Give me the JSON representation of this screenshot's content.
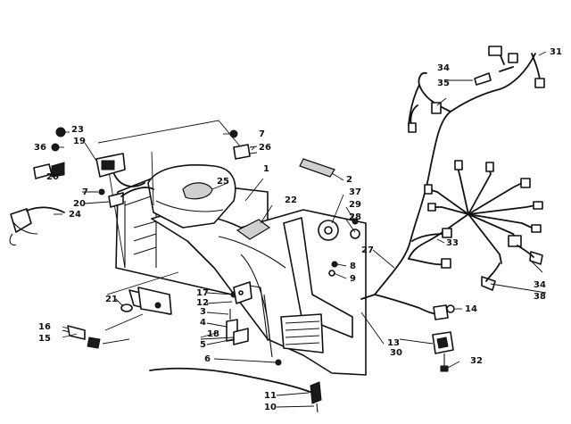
{
  "callouts": [
    "1",
    "2",
    "3",
    "4",
    "5",
    "6",
    "7",
    "8",
    "9",
    "10",
    "11",
    "12",
    "13",
    "14",
    "15",
    "16",
    "17",
    "18",
    "19",
    "20",
    "21",
    "22",
    "23",
    "24",
    "25",
    "26",
    "27",
    "28",
    "29",
    "30",
    "31",
    "32",
    "33",
    "34",
    "35",
    "36",
    "37",
    "38"
  ],
  "colors": {
    "ink": "#111111",
    "paper": "#ffffff",
    "shade": "#cfcfcf"
  }
}
